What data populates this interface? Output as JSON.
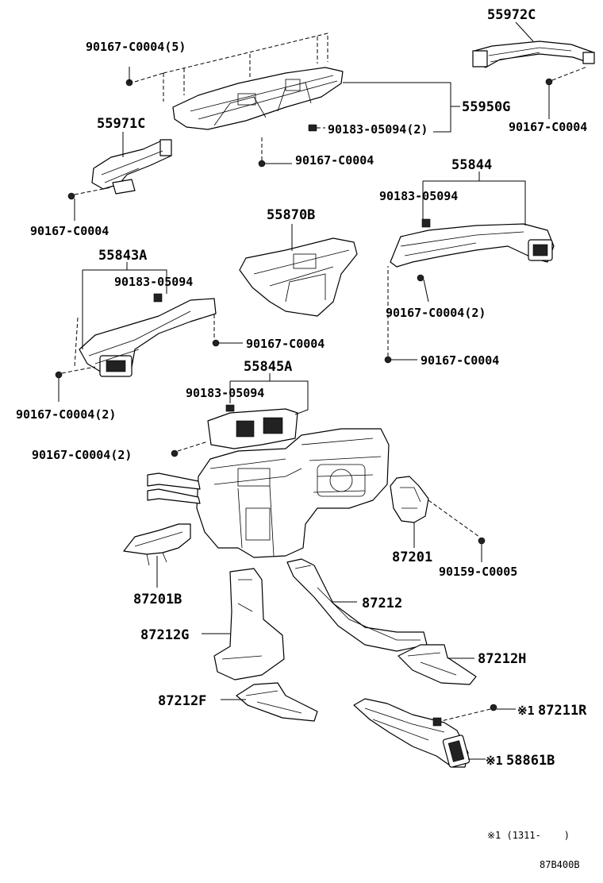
{
  "labels": {
    "p55972C": "55972C",
    "p90167_top5": "90167-C0004(5)",
    "p55950G": "55950G",
    "p90183_top2": "90183-05094(2)",
    "p90167_right_top": "90167-C0004",
    "p55971C": "55971C",
    "p90167_center_top": "90167-C0004",
    "p90167_left_top": "90167-C0004",
    "p55844": "55844",
    "p90183_right": "90183-05094",
    "p55870B": "55870B",
    "p55843A": "55843A",
    "p90183_left": "90183-05094",
    "p90167_right_2": "90167-C0004(2)",
    "p90167_left_mid": "90167-C0004",
    "p90167_right_mid": "90167-C0004",
    "p55845A": "55845A",
    "p90167_left_2": "90167-C0004(2)",
    "p90183_center": "90183-05094",
    "p90167_center_2": "90167-C0004(2)",
    "p87201": "87201",
    "p90159": "90159-C0005",
    "p87201B": "87201B",
    "p87212": "87212",
    "p87212G": "87212G",
    "p87212H": "87212H",
    "p87212F": "87212F",
    "p87211R": "87211R",
    "p58861B": "58861B",
    "mark": "※1",
    "footnote": "※1 (1311-    )",
    "diagram_code": "87B400B"
  }
}
